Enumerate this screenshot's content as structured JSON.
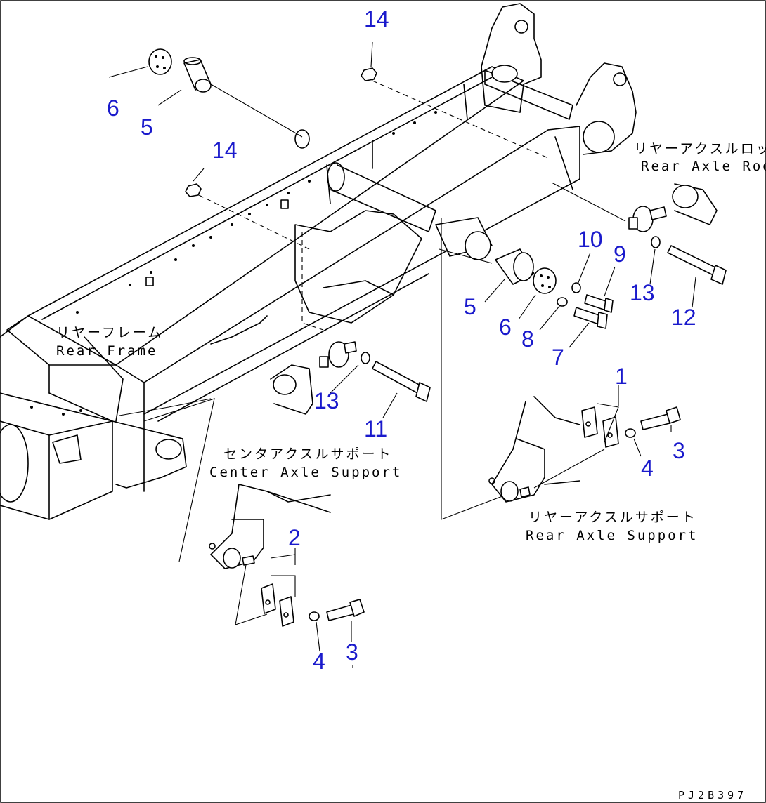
{
  "labels": {
    "rear_frame_jp": "リヤーフレーム",
    "rear_frame_en": "Rear Frame",
    "rear_axle_rod_jp": "リヤーアクスルロッド",
    "rear_axle_rod_en": "Rear Axle Rod",
    "center_axle_support_jp": "センタアクスルサポート",
    "center_axle_support_en": "Center Axle Support",
    "rear_axle_support_jp": "リヤーアクスルサポート",
    "rear_axle_support_en": "Rear Axle Support"
  },
  "callouts": {
    "c14a": "14",
    "c14b": "14",
    "c6a": "6",
    "c5a": "5",
    "c10": "10",
    "c9": "9",
    "c5b": "5",
    "c6b": "6",
    "c8": "8",
    "c7": "7",
    "c13a": "13",
    "c12": "12",
    "c13b": "13",
    "c11": "11",
    "c1": "1",
    "c3a": "3",
    "c4a": "4",
    "c2": "2",
    "c4b": "4",
    "c3b": "3"
  },
  "drawing_code": "PJ2B397"
}
